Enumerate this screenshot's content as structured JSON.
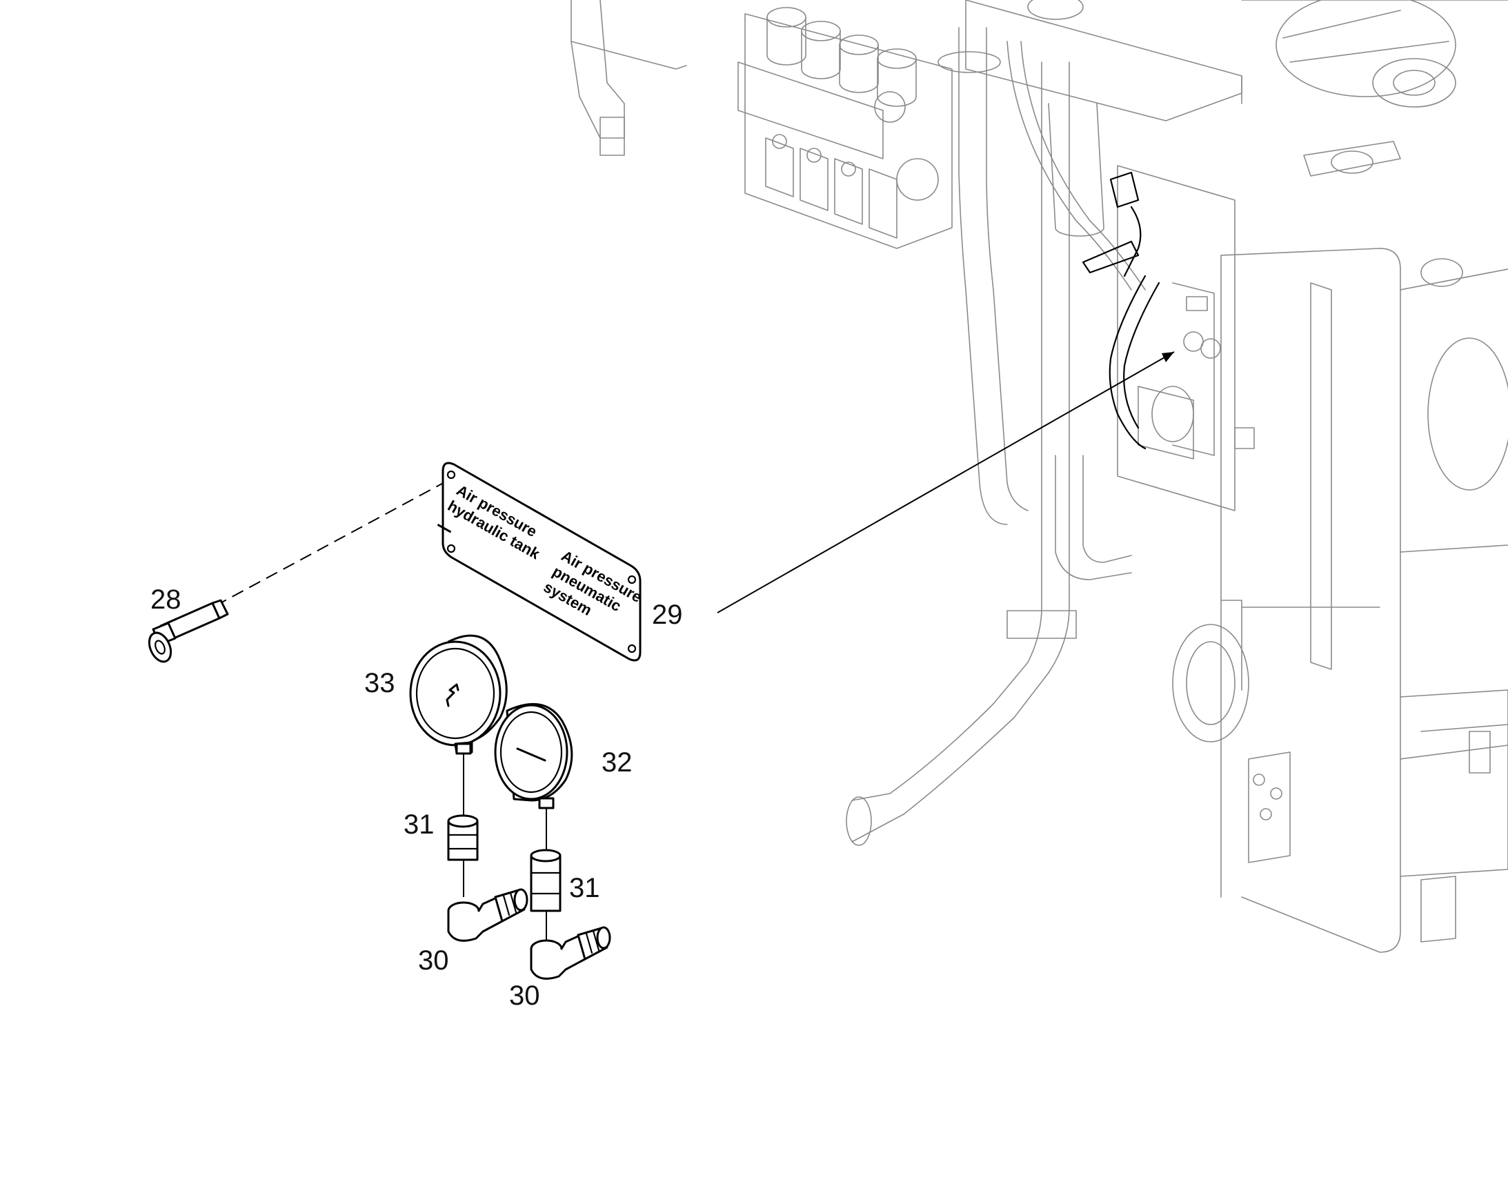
{
  "callouts": {
    "c28": "28",
    "c29": "29",
    "c30a": "30",
    "c30b": "30",
    "c31a": "31",
    "c31b": "31",
    "c32": "32",
    "c33": "33"
  },
  "plate": {
    "left_line1": "Air pressure",
    "left_line2": "hydraulic tank",
    "right_line1": "Air pressure",
    "right_line2": "pneumatic",
    "right_line3": "system"
  }
}
